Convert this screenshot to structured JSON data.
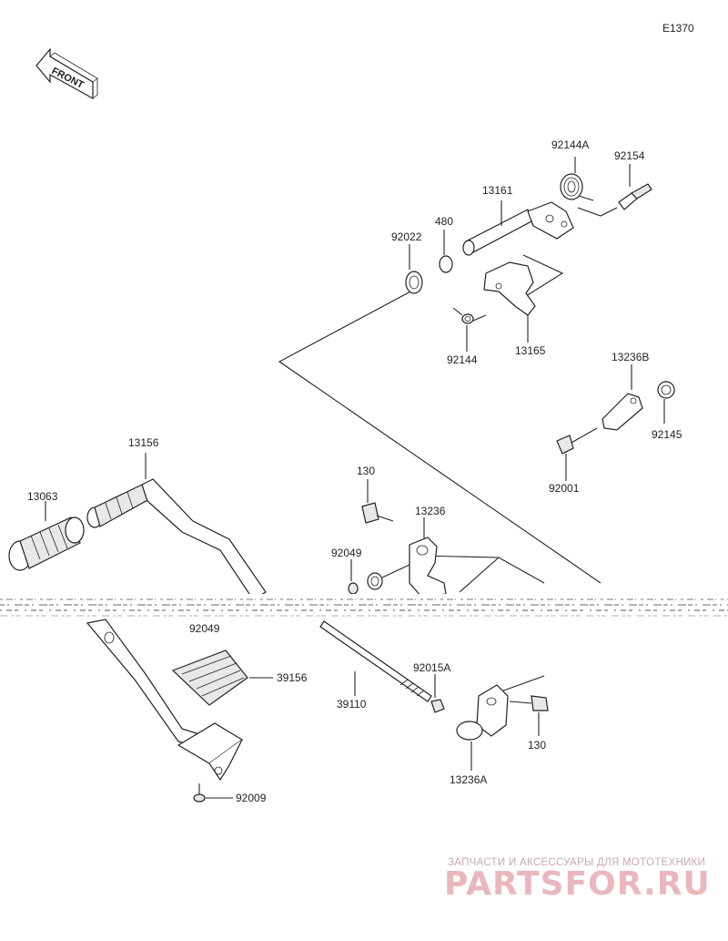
{
  "diagram_id": "E1370",
  "front_label": "FRONT",
  "parts": {
    "p92144A": "92144A",
    "p92154": "92154",
    "p13161": "13161",
    "p480": "480",
    "p92022": "92022",
    "p92144": "92144",
    "p13165": "13165",
    "p13236B": "13236B",
    "p92145": "92145",
    "p92001": "92001",
    "p13156": "13156",
    "p13063": "13063",
    "p130_top": "130",
    "p13236": "13236",
    "p92049_a": "92049",
    "p92049_b": "92049",
    "p39156": "39156",
    "p92015A": "92015A",
    "p39110": "39110",
    "p130_bottom": "130",
    "p13236A": "13236A",
    "p92009": "92009"
  },
  "watermark": {
    "tagline": "ЗАПЧАСТИ И АКСЕССУАРЫ ДЛЯ МОТОТЕХНИКИ",
    "brand": "PARTSFOR.RU"
  }
}
